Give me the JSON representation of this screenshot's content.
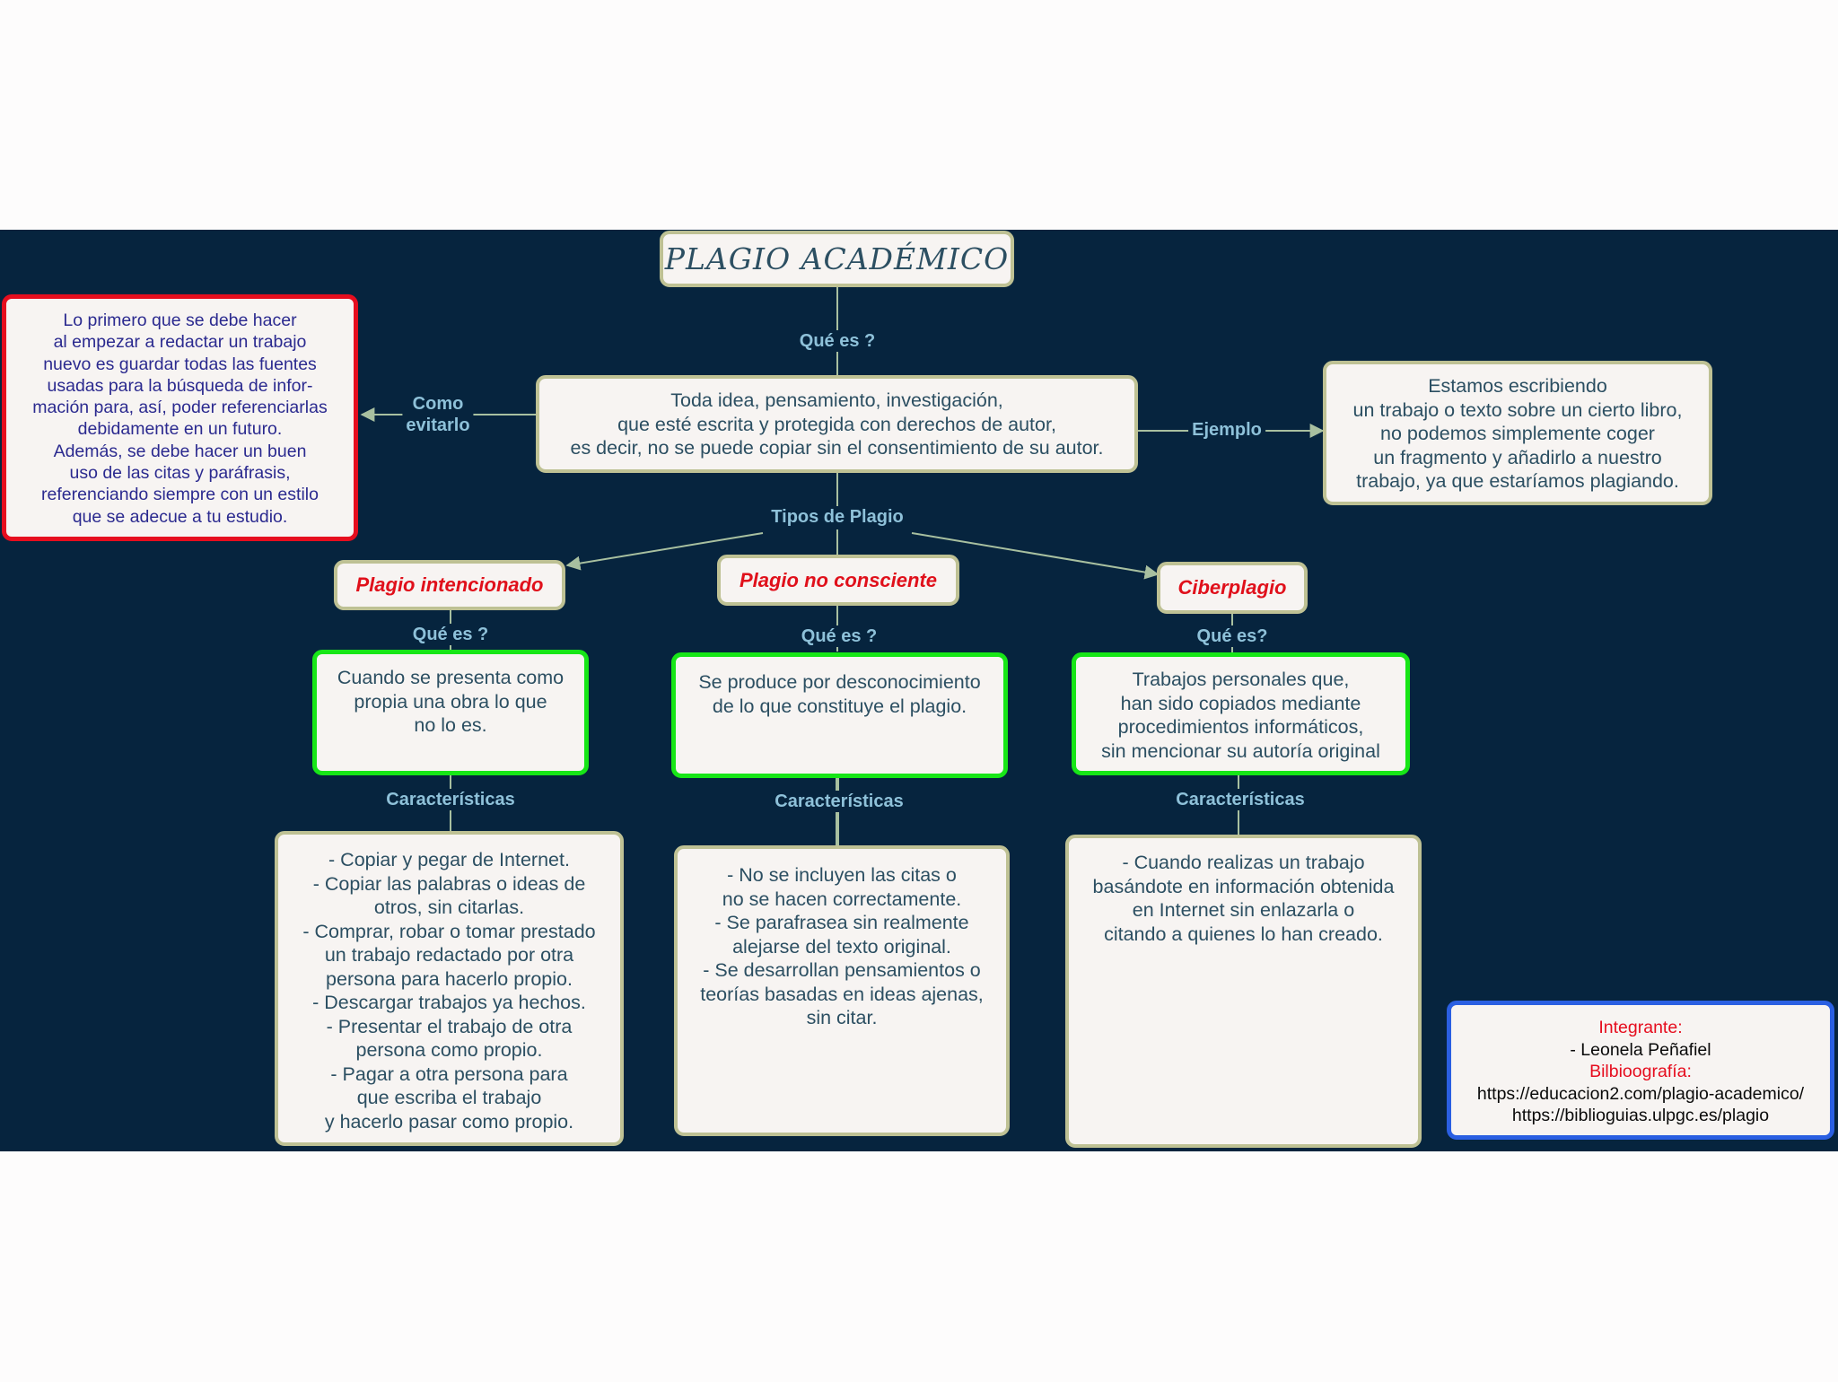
{
  "title": "PLAGIO ACADÉMICO",
  "labels": {
    "que_es": "Qué es ?",
    "como_evitarlo": "Como\nevitarlo",
    "ejemplo": "Ejemplo",
    "tipos": "Tipos de Plagio",
    "que_es_1": "Qué es ?",
    "que_es_2": "Qué es ?",
    "que_es_3": "Qué es?",
    "car_1": "Características",
    "car_2": "Características",
    "car_3": "Características"
  },
  "definition": "Toda idea, pensamiento, investigación,\nque esté escrita y protegida con derechos de autor,\nes decir, no se puede copiar sin el consentimiento de su autor.",
  "avoid": "Lo primero que se debe hacer\nal empezar a redactar un trabajo\nnuevo es guardar todas las fuentes\nusadas para la búsqueda de infor-\nmación para, así, poder referenciarlas\ndebidamente en un futuro.\nAdemás, se debe hacer un buen\nuso de las citas y paráfrasis,\nreferenciando siempre con un estilo\nque se adecue a tu estudio.",
  "example": "Estamos escribiendo\nun trabajo o texto sobre un cierto libro,\nno podemos simplemente coger\nun fragmento y añadirlo a nuestro\ntrabajo, ya que estaríamos plagiando.",
  "types": [
    {
      "name": "Plagio intencionado",
      "what": "Cuando se presenta como\npropia una obra lo que\nno lo es.",
      "features": "- Copiar y pegar de Internet.\n- Copiar las palabras o ideas de\notros, sin citarlas.\n- Comprar, robar o tomar prestado\nun trabajo redactado por otra\npersona para hacerlo propio.\n- Descargar trabajos ya hechos.\n- Presentar el trabajo de otra\npersona como propio.\n- Pagar a otra persona para\nque escriba el trabajo\ny hacerlo pasar como propio."
    },
    {
      "name": "Plagio no consciente",
      "what": "Se produce por desconocimiento\nde lo que constituye el plagio.",
      "features": "- No se incluyen las citas o\nno se hacen correctamente.\n- Se parafrasea sin realmente\nalejarse del texto original.\n- Se desarrollan pensamientos o\nteorías basadas en ideas ajenas,\nsin citar."
    },
    {
      "name": "Ciberplagio",
      "what": "Trabajos personales que,\nhan sido copiados mediante\nprocedimientos informáticos,\nsin mencionar su autoría original",
      "features": "- Cuando realizas un trabajo\nbasándote en información obtenida\nen Internet sin enlazarla o\ncitando a quienes lo han creado."
    }
  ],
  "credits": {
    "integrante_label": "Integrante:",
    "integrante": "- Leonela Peñafiel",
    "biblio_label": "Bilbioografía:",
    "link1": "https://educacion2.com/plagio-academico/",
    "link2": "https://biblioguias.ulpgc.es/plagio"
  },
  "colors": {
    "background": "#06243e",
    "box_fill": "#f7f4f2",
    "box_border": "#bec194",
    "label": "#8ec1d9",
    "accent_red": "#e60d1e",
    "accent_green": "#17e617",
    "accent_blue": "#2a5fe2"
  }
}
